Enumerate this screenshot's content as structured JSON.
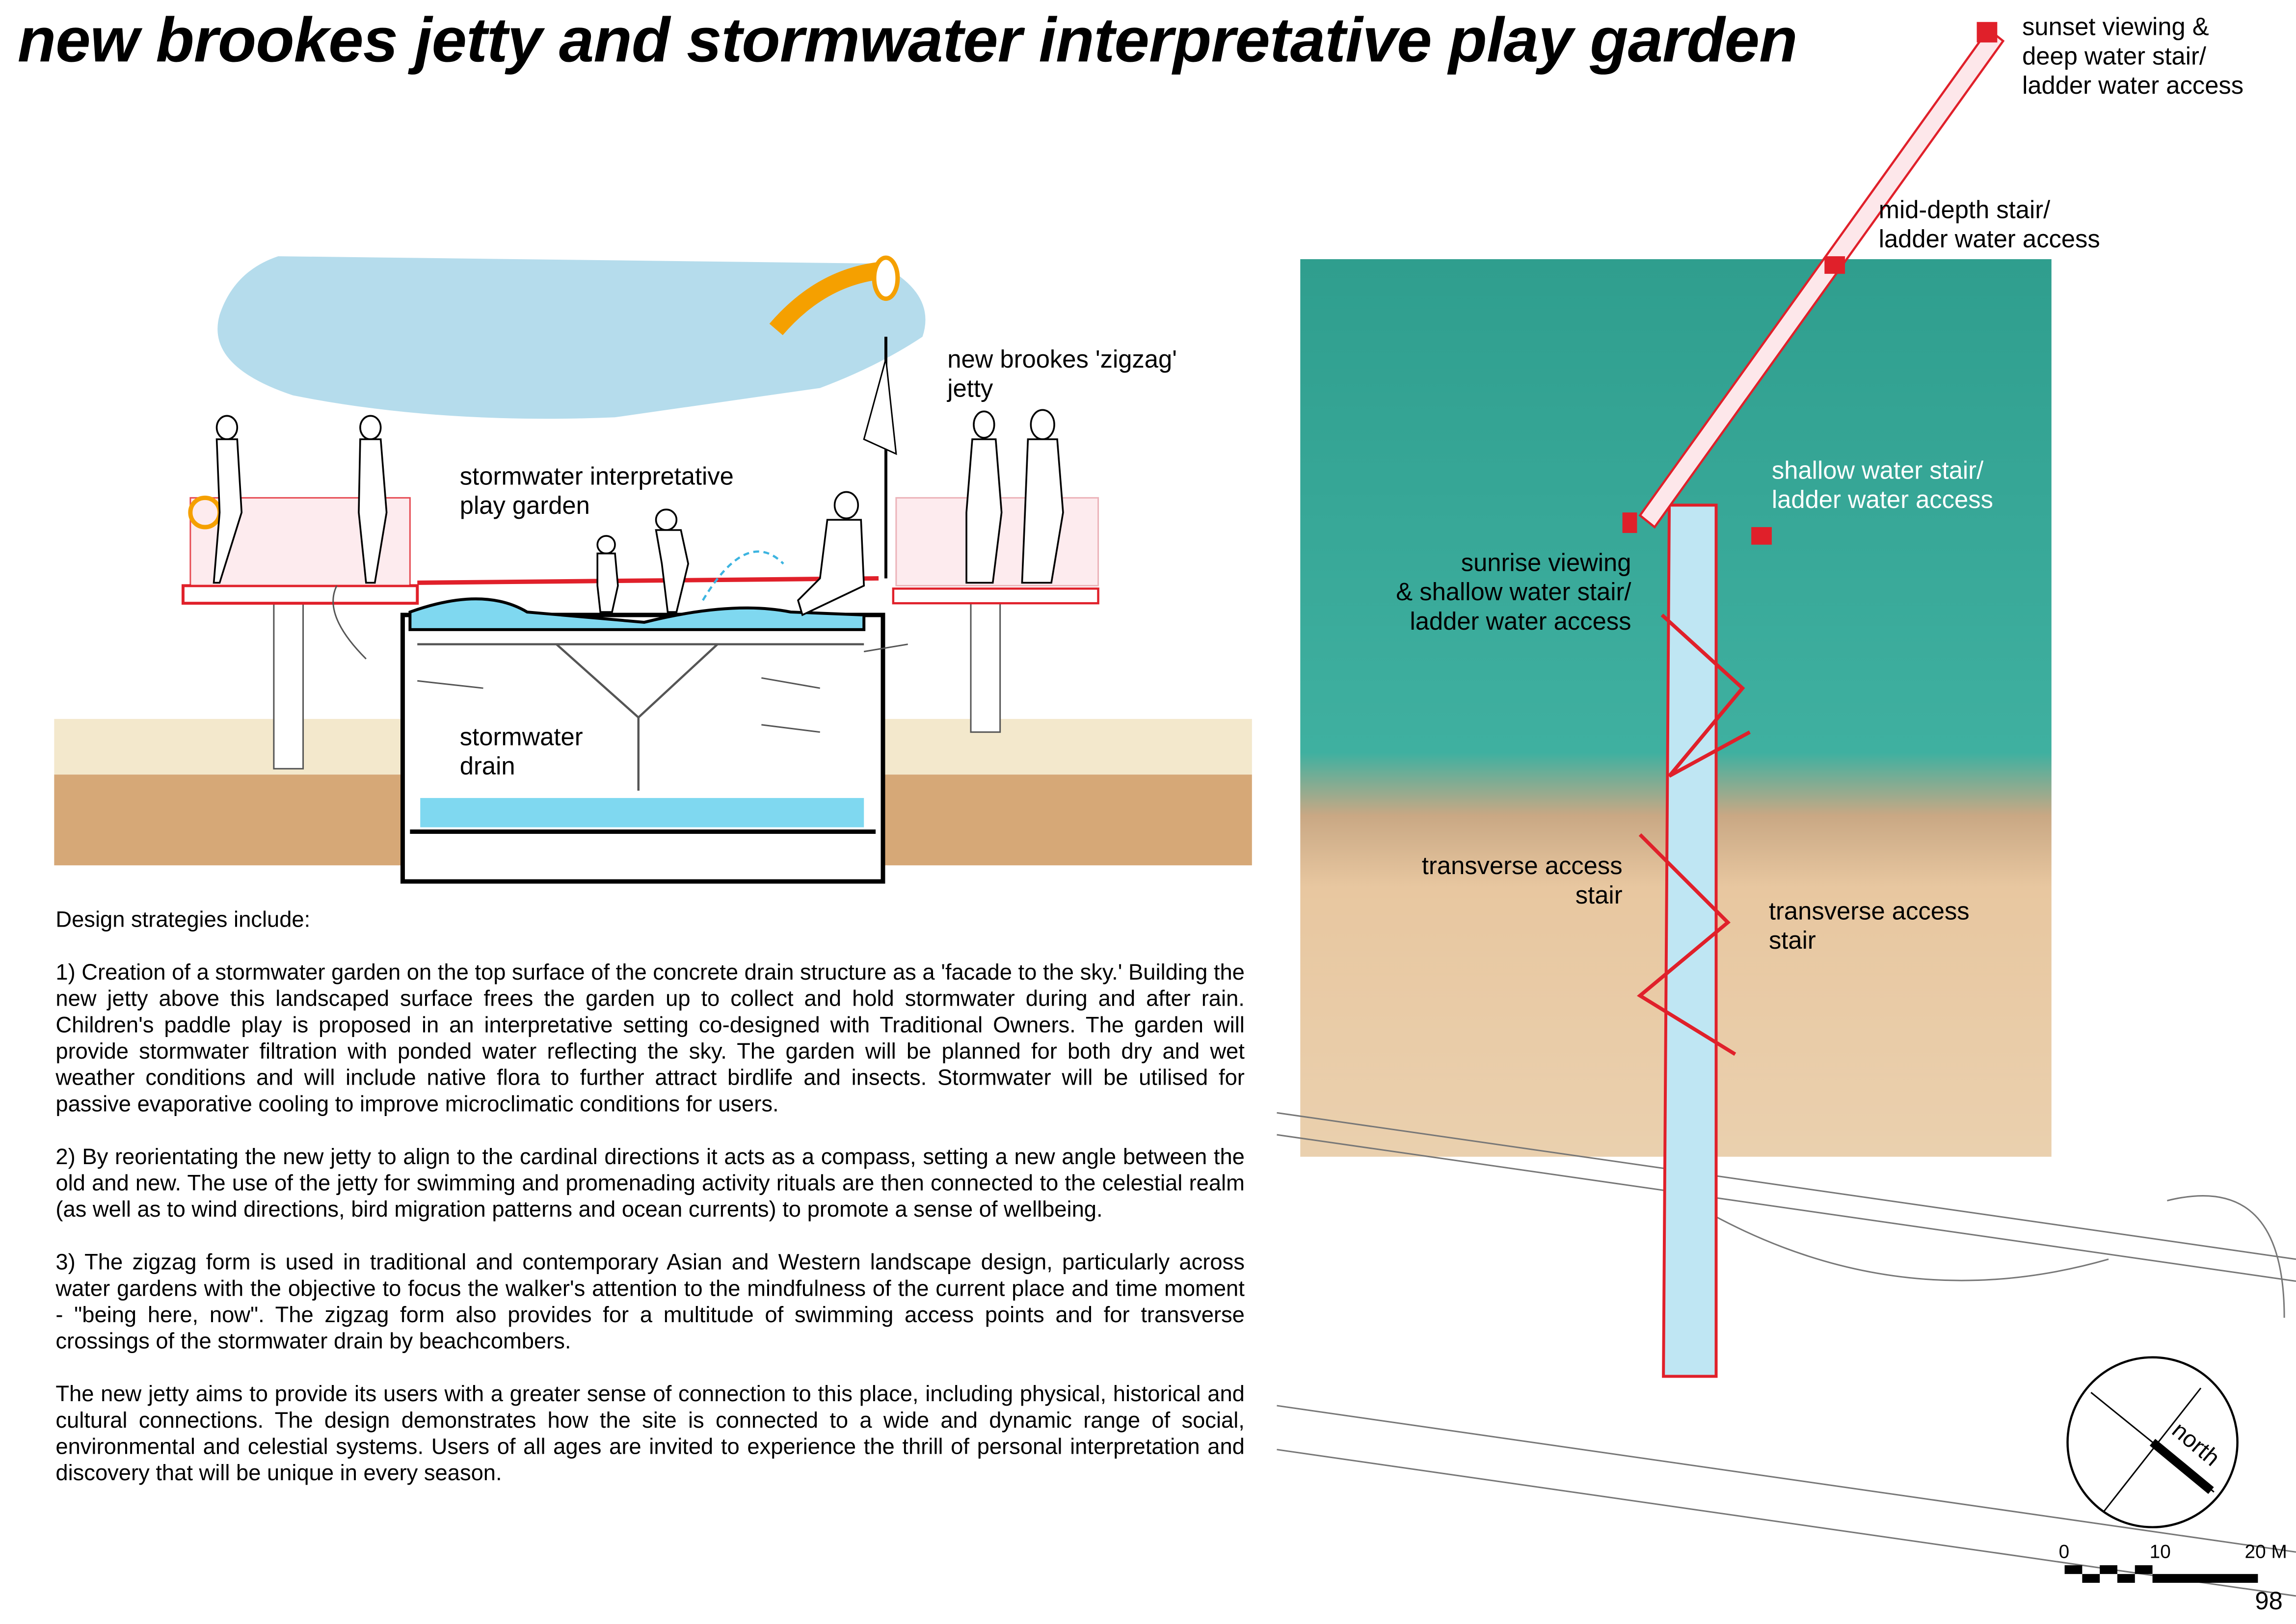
{
  "title": "new brookes jetty and stormwater interpretative play garden",
  "section_labels": {
    "jetty": "new brookes 'zigzag'\njetty",
    "play_garden": "stormwater interpretative\nplay garden",
    "drain": "stormwater\ndrain"
  },
  "plan_labels": {
    "sunset": "sunset viewing &\ndeep water stair/\nladder water access",
    "mid_depth": "mid-depth stair/\nladder water access",
    "shallow": "shallow water stair/\nladder water access",
    "sunrise": "sunrise viewing\n& shallow water stair/\nladder water access",
    "transverse_left": "transverse access\nstair",
    "transverse_right": "transverse access\nstair"
  },
  "text": {
    "heading": "Design strategies include:",
    "paragraphs": [
      "1) Creation of a stormwater garden on the top surface of the concrete drain structure as a 'facade to the sky.' Building the new jetty above this landscaped surface frees the garden up to collect and hold stormwater during and after rain.  Children's paddle play is proposed in an interpretative setting co-designed with Traditional Owners.  The garden will provide stormwater filtration with ponded water reflecting the sky.  The garden will be planned for both dry and wet weather conditions and will include native flora to further attract birdlife and insects.  Stormwater will be utilised for passive evaporative cooling to improve microclimatic conditions for users.",
      "2) By reorientating the new jetty to align to the cardinal directions it acts as a compass, setting a new angle between the old and new.  The use of the jetty for swimming and promenading activity rituals are then connected to the celestial realm (as well as to wind directions, bird migration patterns and ocean currents) to promote a sense of wellbeing.",
      "3) The zigzag form is used in traditional and contemporary Asian and Western landscape design, particularly across water gardens with the objective to focus the walker's attention to the mindfulness of the current place and time moment - \"being here, now\".  The zigzag form also provides for a multitude of swimming access points and  for transverse crossings of the stormwater drain by beachcombers.",
      "The new jetty aims to provide its users with a greater sense of connection to this place, including physical, historical and cultural connections.  The design demonstrates how the site is connected to a wide and dynamic range of social, environmental and celestial systems.  Users of all ages are invited to experience the thrill of personal interpretation and discovery that will be unique in every season."
    ]
  },
  "compass": {
    "label": "north"
  },
  "scale_bar": {
    "ticks": [
      "0",
      "10",
      "20 M"
    ]
  },
  "page_number": "98",
  "colors": {
    "jetty_red": "#e0202a",
    "water_blue": "#7fd8f0",
    "sky_blue": "#b5dcec",
    "sand": "#f3e8cc",
    "soil": "#d6a877",
    "sea": "#2f9e8e",
    "windsock": "#f5a000"
  }
}
